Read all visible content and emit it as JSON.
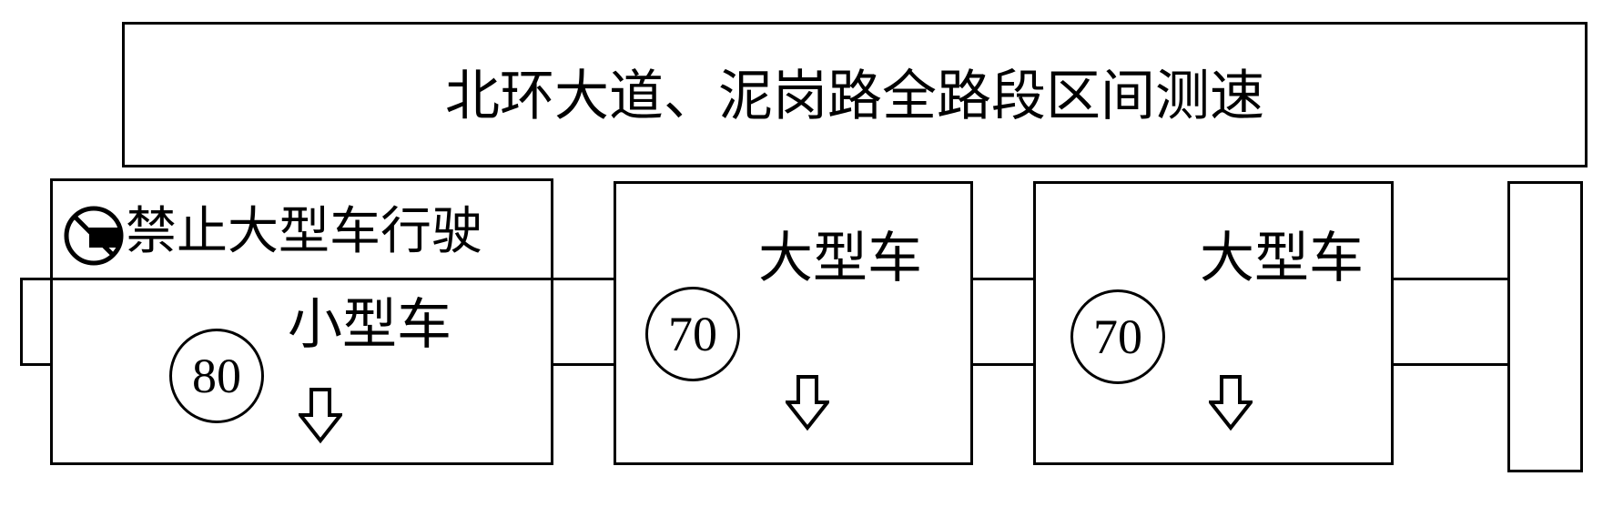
{
  "banner": {
    "title": "北环大道、泥岗路全路段区间测速"
  },
  "panel_left": {
    "prohibit_text": "禁止大型车行驶",
    "speed_limit": "80",
    "vehicle_label": "小型车",
    "arrow_icon": "down-arrow-icon"
  },
  "panel_middle": {
    "speed_limit": "70",
    "vehicle_label": "大型车",
    "arrow_icon": "down-arrow-icon"
  },
  "panel_right": {
    "speed_limit": "70",
    "vehicle_label": "大型车",
    "arrow_icon": "down-arrow-icon"
  }
}
